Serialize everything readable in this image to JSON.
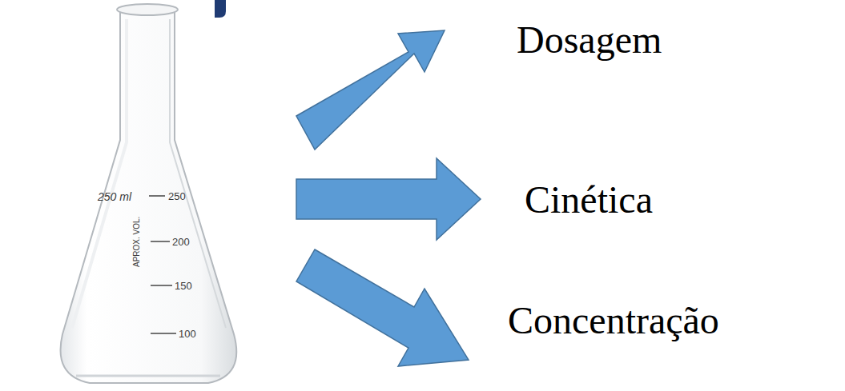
{
  "diagram": {
    "labels": [
      "Dosagem",
      "Cinética",
      "Concentração",
      "250 ml",
      "APROX. VOL.",
      "250",
      "200",
      "150",
      "100"
    ]
  }
}
